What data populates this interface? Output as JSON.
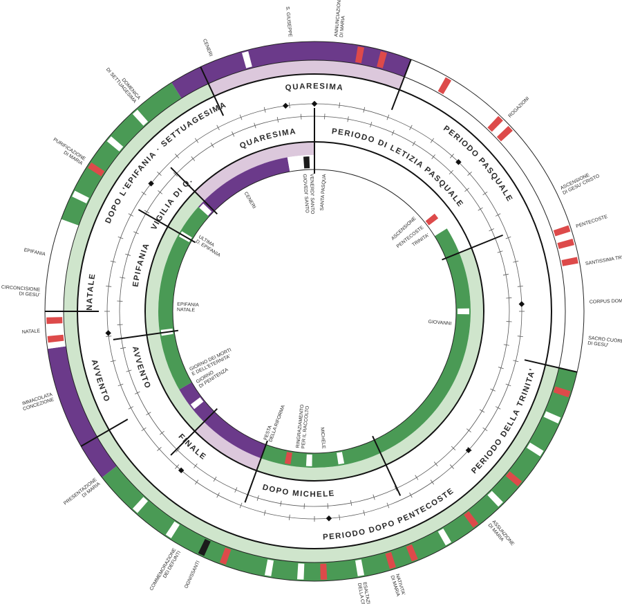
{
  "colors": {
    "green": "#4a9a55",
    "green_light": "#cfe5cc",
    "violet": "#6b3a8a",
    "violet_light": "#dcc8dc",
    "red": "#dd4a4a",
    "black": "#1b1b1b",
    "white": "#ffffff"
  },
  "rings": {
    "outer_seasons": [
      {
        "start": 240,
        "end": 335,
        "color": "green_light"
      },
      {
        "start": 335,
        "end": 21,
        "color": "violet_light"
      },
      {
        "start": 21,
        "end": 103,
        "color": "white"
      },
      {
        "start": 103,
        "end": 240,
        "color": "green_light"
      }
    ],
    "outer_band": [
      {
        "start": 232,
        "end": 262,
        "color": "violet"
      },
      {
        "start": 262,
        "end": 290,
        "color": "white"
      },
      {
        "start": 290,
        "end": 328,
        "color": "green"
      },
      {
        "start": 328,
        "end": 21,
        "color": "violet"
      },
      {
        "start": 21,
        "end": 60,
        "color": "white"
      },
      {
        "start": 60,
        "end": 80,
        "color": "white"
      },
      {
        "start": 80,
        "end": 103,
        "color": "white"
      },
      {
        "start": 103,
        "end": 232,
        "color": "green"
      }
    ],
    "inner_seasons": [
      {
        "start": 200,
        "end": 225,
        "color": "violet_light"
      },
      {
        "start": 225,
        "end": 300,
        "color": "green_light"
      },
      {
        "start": 300,
        "end": 315,
        "color": "green_light"
      },
      {
        "start": 315,
        "end": 0,
        "color": "violet_light"
      },
      {
        "start": 0,
        "end": 68,
        "color": "white"
      },
      {
        "start": 68,
        "end": 200,
        "color": "green_light"
      }
    ],
    "inner_band": [
      {
        "start": 200,
        "end": 240,
        "color": "violet"
      },
      {
        "start": 240,
        "end": 312,
        "color": "green"
      },
      {
        "start": 312,
        "end": 350,
        "color": "violet"
      },
      {
        "start": 350,
        "end": 0,
        "color": "white"
      },
      {
        "start": 0,
        "end": 58,
        "color": "white"
      },
      {
        "start": 58,
        "end": 200,
        "color": "green"
      }
    ],
    "outer_stripes": [
      {
        "angle": 345,
        "color": "white"
      },
      {
        "angle": 10,
        "color": "red"
      },
      {
        "angle": 15,
        "color": "red"
      },
      {
        "angle": 30,
        "color": "red"
      },
      {
        "angle": 44,
        "color": "red"
      },
      {
        "angle": 47,
        "color": "red"
      },
      {
        "angle": 72,
        "color": "red"
      },
      {
        "angle": 75,
        "color": "red"
      },
      {
        "angle": 79,
        "color": "red"
      },
      {
        "angle": 84,
        "color": "white"
      },
      {
        "angle": 90,
        "color": "white"
      },
      {
        "angle": 96,
        "color": "white"
      },
      {
        "angle": 101,
        "color": "white"
      },
      {
        "angle": 108,
        "color": "red"
      },
      {
        "angle": 114,
        "color": "white"
      },
      {
        "angle": 122,
        "color": "white"
      },
      {
        "angle": 130,
        "color": "red"
      },
      {
        "angle": 136,
        "color": "white"
      },
      {
        "angle": 143,
        "color": "red"
      },
      {
        "angle": 150,
        "color": "white"
      },
      {
        "angle": 158,
        "color": "red"
      },
      {
        "angle": 163,
        "color": "red"
      },
      {
        "angle": 170,
        "color": "white"
      },
      {
        "angle": 178,
        "color": "red"
      },
      {
        "angle": 183,
        "color": "white"
      },
      {
        "angle": 190,
        "color": "white"
      },
      {
        "angle": 200,
        "color": "red"
      },
      {
        "angle": 205,
        "color": "black"
      },
      {
        "angle": 213,
        "color": "white"
      },
      {
        "angle": 222,
        "color": "white"
      },
      {
        "angle": 264,
        "color": "red"
      },
      {
        "angle": 268,
        "color": "red"
      },
      {
        "angle": 275,
        "color": "white"
      },
      {
        "angle": 283,
        "color": "white"
      },
      {
        "angle": 296,
        "color": "white"
      },
      {
        "angle": 303,
        "color": "red"
      },
      {
        "angle": 310,
        "color": "white"
      },
      {
        "angle": 318,
        "color": "white"
      }
    ],
    "inner_stripes": [
      {
        "angle": 357,
        "color": "black"
      },
      {
        "angle": 353,
        "color": "white"
      },
      {
        "angle": 52,
        "color": "red"
      },
      {
        "angle": 46,
        "color": "white"
      },
      {
        "angle": 90,
        "color": "white"
      },
      {
        "angle": 170,
        "color": "white"
      },
      {
        "angle": 190,
        "color": "red"
      },
      {
        "angle": 182,
        "color": "white"
      },
      {
        "angle": 232,
        "color": "white"
      },
      {
        "angle": 262,
        "color": "white"
      },
      {
        "angle": 300,
        "color": "white"
      },
      {
        "angle": 313,
        "color": "white"
      }
    ]
  },
  "dividers": {
    "outer": [
      240,
      270,
      335,
      21,
      103
    ],
    "inner": [
      200,
      225,
      262,
      300,
      315,
      0,
      68,
      155
    ]
  },
  "season_labels": [
    {
      "id": "quaresima-outer",
      "text": "QUARESIMA",
      "angle": 360,
      "ring": "outer"
    },
    {
      "id": "periodo-pasquale",
      "text": "PERIODO PASQUALE",
      "angle": 48,
      "ring": "outer"
    },
    {
      "id": "periodo-trinita",
      "text": "PERIODO DELLA TRINITA'",
      "angle": 120,
      "ring": "outer"
    },
    {
      "id": "periodo-dopo-pentecoste",
      "text": "PERIODO DOPO PENTECOSTE",
      "angle": 160,
      "ring": "outer"
    },
    {
      "id": "avvento-outer",
      "text": "AVVENTO",
      "angle": 252,
      "ring": "outer"
    },
    {
      "id": "natale",
      "text": "NATALE",
      "angle": 275,
      "ring": "outer"
    },
    {
      "id": "dopo-epifania-settuagesima",
      "text": "DOPO L'EPIFANIA · SETTUAGESIMA",
      "angle": 315,
      "ring": "outer"
    },
    {
      "id": "quaresima-inner",
      "text": "QUARESIMA",
      "angle": 345,
      "ring": "inner"
    },
    {
      "id": "periodo-letizia-pasquale",
      "text": "PERIODO DI LETIZIA PASQUALE",
      "angle": 30,
      "ring": "inner"
    },
    {
      "id": "dopo-michele",
      "text": "DOPO MICHELE",
      "angle": 185,
      "ring": "inner"
    },
    {
      "id": "finale",
      "text": "FINALE",
      "angle": 222,
      "ring": "inner"
    },
    {
      "id": "avvento-inner",
      "text": "AVVENTO",
      "angle": 252,
      "ring": "inner"
    },
    {
      "id": "epifania-inner",
      "text": "EPIFANIA",
      "angle": 285,
      "ring": "inner"
    },
    {
      "id": "vigilia-di-q",
      "text": "VIGILIA DI Q.",
      "angle": 307,
      "ring": "inner"
    }
  ],
  "outer_feasts": [
    {
      "id": "s-giuseppe",
      "lines": [
        "S. GIUSEPPE"
      ],
      "angle": 355
    },
    {
      "id": "annunciazione",
      "lines": [
        "ANNUNCIAZIONE",
        "DI MARIA"
      ],
      "angle": 5
    },
    {
      "id": "ceneri",
      "lines": [
        "CENERI"
      ],
      "angle": 338
    },
    {
      "id": "domenica-settuagesima",
      "lines": [
        "DOMENICA",
        "DI SETTUAGESIMA"
      ],
      "angle": 320
    },
    {
      "id": "purificazione",
      "lines": [
        "PURIFICAZIONE",
        "DI MARIA"
      ],
      "angle": 303
    },
    {
      "id": "epifania",
      "lines": [
        "EPIFANIA"
      ],
      "angle": 282
    },
    {
      "id": "circoncisione",
      "lines": [
        "CIRCONCISIONE",
        "DI GESU'"
      ],
      "angle": 274
    },
    {
      "id": "natale-feast",
      "lines": [
        "NATALE"
      ],
      "angle": 266
    },
    {
      "id": "immacolata",
      "lines": [
        "IMMACOLATA",
        "CONCEZIONE"
      ],
      "angle": 252
    },
    {
      "id": "presentazione",
      "lines": [
        "PRESENTAZIONE",
        "DI MARIA"
      ],
      "angle": 232
    },
    {
      "id": "commemorazione-defunti",
      "lines": [
        "COMMEMORAZIONE",
        "DEI DEFUNTI"
      ],
      "angle": 210
    },
    {
      "id": "ognissanti",
      "lines": [
        "OGNISSANTI"
      ],
      "angle": 205
    },
    {
      "id": "esaltazione-croce",
      "lines": [
        "ESALTAZIONE",
        "DELLA CROCE"
      ],
      "angle": 170
    },
    {
      "id": "natività-maria",
      "lines": [
        "NATIVITA'",
        "DI MARIA"
      ],
      "angle": 163
    },
    {
      "id": "assunzione",
      "lines": [
        "ASSUNZIONE",
        "DI MARIA"
      ],
      "angle": 140
    },
    {
      "id": "sacro-cuore",
      "lines": [
        "SACRO CUORE",
        "DI GESU'"
      ],
      "angle": 96
    },
    {
      "id": "corpus-domini",
      "lines": [
        "CORPUS DOMINI"
      ],
      "angle": 88
    },
    {
      "id": "santissima-trinita",
      "lines": [
        "SANTISSIMA TRINITA'"
      ],
      "angle": 80
    },
    {
      "id": "pentecoste",
      "lines": [
        "PENTECOSTE"
      ],
      "angle": 72
    },
    {
      "id": "ascensione",
      "lines": [
        "ASCENSIONE",
        "DI GESU' CRISTO"
      ],
      "angle": 64
    },
    {
      "id": "rogazioni",
      "lines": [
        "ROGAZIONI"
      ],
      "angle": 45
    }
  ],
  "inner_feasts": [
    {
      "id": "giovedi-santo",
      "lines": [
        "GIOVEDI' SANTO"
      ],
      "angle": 356
    },
    {
      "id": "venerdi-santo",
      "lines": [
        "VENERDI' SANTO"
      ],
      "angle": 359
    },
    {
      "id": "santa-pasqua",
      "lines": [
        "SANTA PASQUA"
      ],
      "angle": 4
    },
    {
      "id": "ceneri-inner",
      "lines": [
        "CENERI"
      ],
      "angle": 330
    },
    {
      "id": "ultima-epifania",
      "lines": [
        "ULTIMA",
        "D. EPIFANIA"
      ],
      "angle": 302
    },
    {
      "id": "epifania-inner-feast",
      "lines": [
        "EPIFANIA",
        "NATALE"
      ],
      "angle": 272
    },
    {
      "id": "giorno-morti",
      "lines": [
        "GIORNO DEI MORTI",
        "E DELL'ETERNITA'"
      ],
      "angle": 244
    },
    {
      "id": "giorno-penitenza",
      "lines": [
        "GIORNO",
        "DI PENITENZA"
      ],
      "angle": 238
    },
    {
      "id": "festa-riforma",
      "lines": [
        "FESTA",
        "DELLA RIFORMA"
      ],
      "angle": 200
    },
    {
      "id": "ringraziamento",
      "lines": [
        "RINGRAZIAMENTO",
        "PER IL RACCOLTO"
      ],
      "angle": 186
    },
    {
      "id": "michele",
      "lines": [
        "MICHELE"
      ],
      "angle": 176
    },
    {
      "id": "giovanni",
      "lines": [
        "GIOVANNI"
      ],
      "angle": 95
    },
    {
      "id": "ascensione-inner",
      "lines": [
        "ASCENSIONE"
      ],
      "angle": 47
    },
    {
      "id": "pentecoste-inner",
      "lines": [
        "PENTECOSTE"
      ],
      "angle": 52
    },
    {
      "id": "trinita-inner",
      "lines": [
        "TRINITA'"
      ],
      "angle": 56
    }
  ],
  "diamonds": [
    0,
    44,
    88,
    132,
    176,
    220,
    264,
    308,
    352
  ]
}
